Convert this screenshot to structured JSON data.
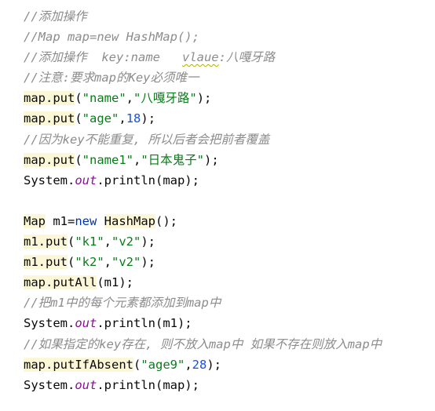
{
  "editor": {
    "lines": [
      [
        {
          "t": "//添加操作",
          "k": "cm"
        }
      ],
      [
        {
          "t": "//Map map=new HashMap();",
          "k": "cm"
        }
      ],
      [
        {
          "t": "//添加操作  key:name   ",
          "k": "cm"
        },
        {
          "t": "vlaue",
          "k": "cm squiggle"
        },
        {
          "t": ":八嘎牙路",
          "k": "cm"
        }
      ],
      [
        {
          "t": "//注意:要求map的Key必须唯一",
          "k": "cm"
        }
      ],
      [
        {
          "t": "map.put",
          "k": "hl"
        },
        {
          "t": "(",
          "k": ""
        },
        {
          "t": "\"name\"",
          "k": "str"
        },
        {
          "t": ",",
          "k": ""
        },
        {
          "t": "\"八嘎牙路\"",
          "k": "str"
        },
        {
          "t": ");",
          "k": ""
        }
      ],
      [
        {
          "t": "map.put",
          "k": "hl"
        },
        {
          "t": "(",
          "k": ""
        },
        {
          "t": "\"age\"",
          "k": "str"
        },
        {
          "t": ",",
          "k": ""
        },
        {
          "t": "18",
          "k": "num"
        },
        {
          "t": ");",
          "k": ""
        }
      ],
      [
        {
          "t": "//因为key不能重复, 所以后者会把前者覆盖",
          "k": "cm"
        }
      ],
      [
        {
          "t": "map.put",
          "k": "hl"
        },
        {
          "t": "(",
          "k": ""
        },
        {
          "t": "\"name1\"",
          "k": "str"
        },
        {
          "t": ",",
          "k": ""
        },
        {
          "t": "\"日本鬼子\"",
          "k": "str"
        },
        {
          "t": ");",
          "k": ""
        }
      ],
      [
        {
          "t": "System.",
          "k": ""
        },
        {
          "t": "out",
          "k": "fld"
        },
        {
          "t": ".println(map);",
          "k": ""
        }
      ],
      [],
      [
        {
          "t": "Map",
          "k": "hl"
        },
        {
          "t": " m1=",
          "k": ""
        },
        {
          "t": "new",
          "k": "kw"
        },
        {
          "t": " ",
          "k": ""
        },
        {
          "t": "HashMap",
          "k": "hl"
        },
        {
          "t": "();",
          "k": ""
        }
      ],
      [
        {
          "t": "m1.put",
          "k": "hl"
        },
        {
          "t": "(",
          "k": ""
        },
        {
          "t": "\"k1\"",
          "k": "str"
        },
        {
          "t": ",",
          "k": ""
        },
        {
          "t": "\"v2\"",
          "k": "str"
        },
        {
          "t": ");",
          "k": ""
        }
      ],
      [
        {
          "t": "m1.put",
          "k": "hl"
        },
        {
          "t": "(",
          "k": ""
        },
        {
          "t": "\"k2\"",
          "k": "str"
        },
        {
          "t": ",",
          "k": ""
        },
        {
          "t": "\"v2\"",
          "k": "str"
        },
        {
          "t": ");",
          "k": ""
        }
      ],
      [
        {
          "t": "map.putAll",
          "k": "hl"
        },
        {
          "t": "(m1);",
          "k": ""
        }
      ],
      [
        {
          "t": "//把m1中的每个元素都添加到map中",
          "k": "cm"
        }
      ],
      [
        {
          "t": "System.",
          "k": ""
        },
        {
          "t": "out",
          "k": "fld"
        },
        {
          "t": ".println(m1);",
          "k": ""
        }
      ],
      [
        {
          "t": "//如果指定的key存在, 则不放入map中 如果不存在则放入map中",
          "k": "cm"
        }
      ],
      [
        {
          "t": "map.putIfAbsent",
          "k": "hl"
        },
        {
          "t": "(",
          "k": ""
        },
        {
          "t": "\"age9\"",
          "k": "str"
        },
        {
          "t": ",",
          "k": ""
        },
        {
          "t": "28",
          "k": "num"
        },
        {
          "t": ");",
          "k": ""
        }
      ],
      [
        {
          "t": "System.",
          "k": ""
        },
        {
          "t": "out",
          "k": "fld"
        },
        {
          "t": ".println(map);",
          "k": ""
        }
      ]
    ]
  }
}
